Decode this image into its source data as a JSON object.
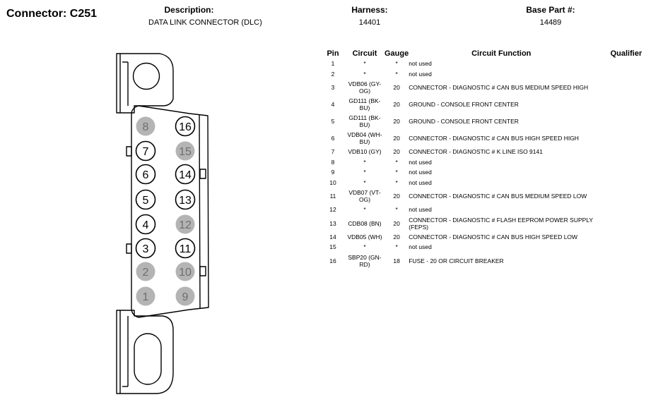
{
  "connector": {
    "title": "Connector: C251"
  },
  "header": {
    "description": {
      "label": "Description:",
      "value": "DATA LINK CONNECTOR (DLC)"
    },
    "harness": {
      "label": "Harness:",
      "value": "14401"
    },
    "base_part": {
      "label": "Base Part #:",
      "value": "14489"
    }
  },
  "diagram": {
    "used_pins": [
      "3",
      "4",
      "5",
      "6",
      "7",
      "11",
      "13",
      "14",
      "16"
    ],
    "unused_pins": [
      "1",
      "2",
      "8",
      "9",
      "10",
      "12",
      "15"
    ],
    "colors": {
      "used_fill": "#ffffff",
      "unused_fill": "#b4b4b4",
      "unused_text": "#6e6e6e"
    }
  },
  "table": {
    "headers": {
      "pin": "Pin",
      "circuit": "Circuit",
      "gauge": "Gauge",
      "function": "Circuit Function",
      "qualifier": "Qualifier"
    },
    "rows": [
      {
        "pin": "1",
        "circuit": "*",
        "gauge": "*",
        "function": "not used"
      },
      {
        "pin": "2",
        "circuit": "*",
        "gauge": "*",
        "function": "not used"
      },
      {
        "pin": "3",
        "circuit": "VDB06 (GY-OG)",
        "gauge": "20",
        "function": "CONNECTOR - DIAGNOSTIC # CAN BUS MEDIUM SPEED HIGH"
      },
      {
        "pin": "4",
        "circuit": "GD111 (BK-BU)",
        "gauge": "20",
        "function": "GROUND - CONSOLE FRONT CENTER"
      },
      {
        "pin": "5",
        "circuit": "GD111 (BK-BU)",
        "gauge": "20",
        "function": "GROUND - CONSOLE FRONT CENTER"
      },
      {
        "pin": "6",
        "circuit": "VDB04 (WH-BU)",
        "gauge": "20",
        "function": "CONNECTOR - DIAGNOSTIC # CAN BUS HIGH SPEED HIGH"
      },
      {
        "pin": "7",
        "circuit": "VDB10 (GY)",
        "gauge": "20",
        "function": "CONNECTOR - DIAGNOSTIC # K LINE ISO 9141"
      },
      {
        "pin": "8",
        "circuit": "*",
        "gauge": "*",
        "function": "not used"
      },
      {
        "pin": "9",
        "circuit": "*",
        "gauge": "*",
        "function": "not used"
      },
      {
        "pin": "10",
        "circuit": "*",
        "gauge": "*",
        "function": "not used"
      },
      {
        "pin": "11",
        "circuit": "VDB07 (VT-OG)",
        "gauge": "20",
        "function": "CONNECTOR - DIAGNOSTIC # CAN BUS MEDIUM SPEED LOW"
      },
      {
        "pin": "12",
        "circuit": "*",
        "gauge": "*",
        "function": "not used"
      },
      {
        "pin": "13",
        "circuit": "CDB08 (BN)",
        "gauge": "20",
        "function": "CONNECTOR - DIAGNOSTIC # FLASH EEPROM POWER SUPPLY (FEPS)"
      },
      {
        "pin": "14",
        "circuit": "VDB05 (WH)",
        "gauge": "20",
        "function": "CONNECTOR - DIAGNOSTIC # CAN BUS HIGH SPEED LOW"
      },
      {
        "pin": "15",
        "circuit": "*",
        "gauge": "*",
        "function": "not used"
      },
      {
        "pin": "16",
        "circuit": "SBP20 (GN-RD)",
        "gauge": "18",
        "function": "FUSE - 20 OR CIRCUIT BREAKER"
      }
    ]
  }
}
